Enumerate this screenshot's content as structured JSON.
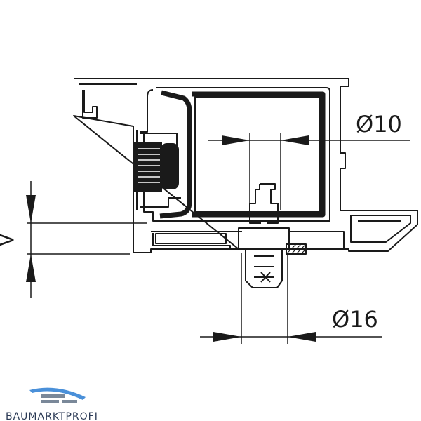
{
  "dimensions": {
    "top_diameter": "Ø10",
    "bottom_diameter": "Ø16",
    "left_mark": ">"
  },
  "logo": {
    "text": "BAUMARKTPROFI"
  },
  "colors": {
    "line": "#1a1a1a",
    "fill_dark": "#1a1a1a",
    "logo_blue": "#4a90d9",
    "logo_grey": "#7a8899",
    "logo_text": "#2b3a55"
  }
}
